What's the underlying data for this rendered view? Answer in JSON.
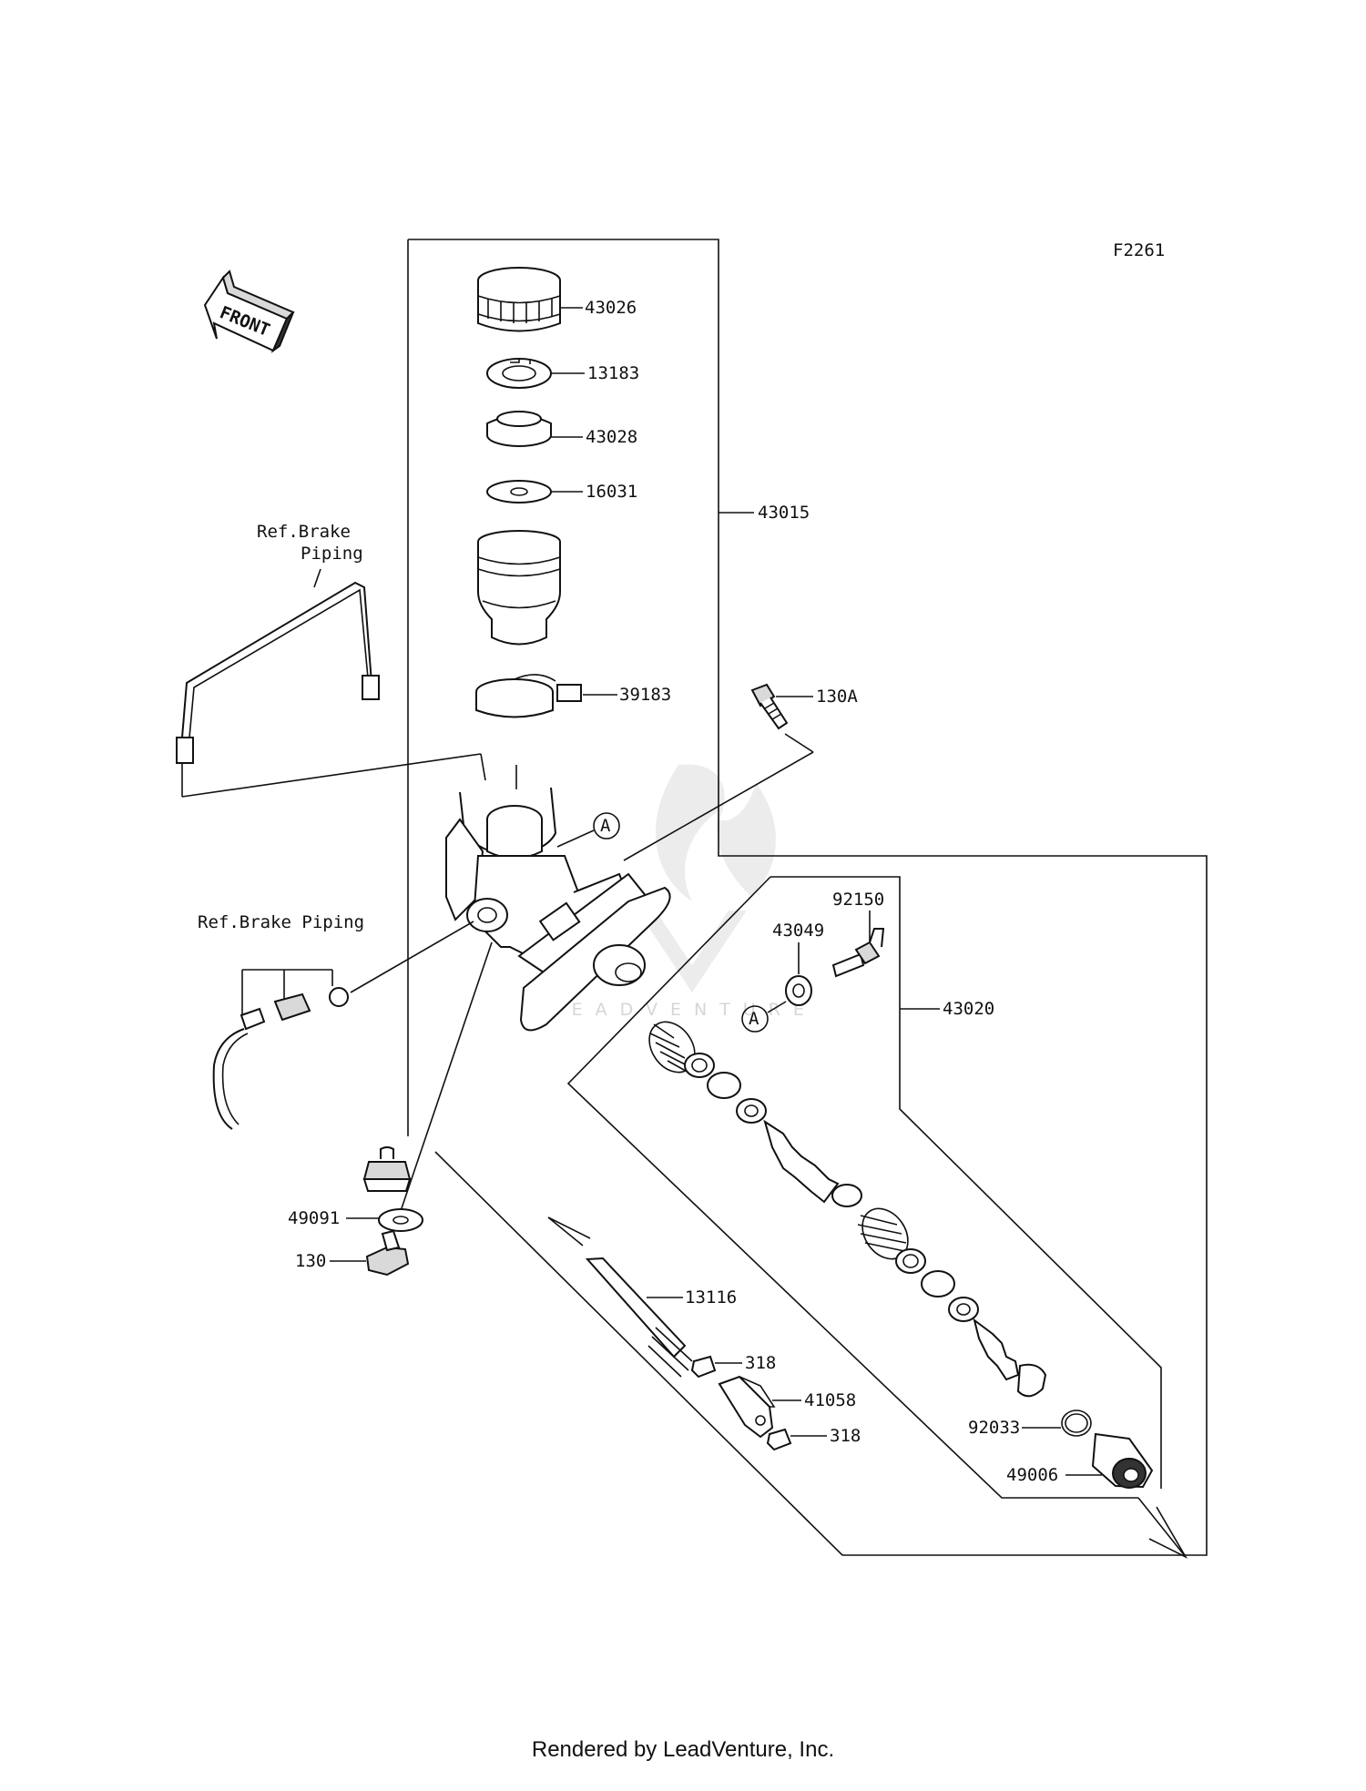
{
  "diagram": {
    "code": "F2261",
    "front_label": "FRONT",
    "ref_brake_piping_upper": [
      "Ref.Brake",
      "Piping"
    ],
    "ref_brake_piping_lower": "Ref.Brake Piping",
    "marker_a": "A",
    "watermark": "LEADVENTURE",
    "labels": {
      "p43026": "43026",
      "p13183": "13183",
      "p43028": "43028",
      "p16031": "16031",
      "p43015": "43015",
      "p39183": "39183",
      "p130A": "130A",
      "p92150": "92150",
      "p43049": "43049",
      "p43020": "43020",
      "p49091": "49091",
      "p130": "130",
      "p13116": "13116",
      "p318a": "318",
      "p41058": "41058",
      "p318b": "318",
      "p92033": "92033",
      "p49006": "49006"
    }
  },
  "footer": "Rendered by LeadVenture, Inc."
}
